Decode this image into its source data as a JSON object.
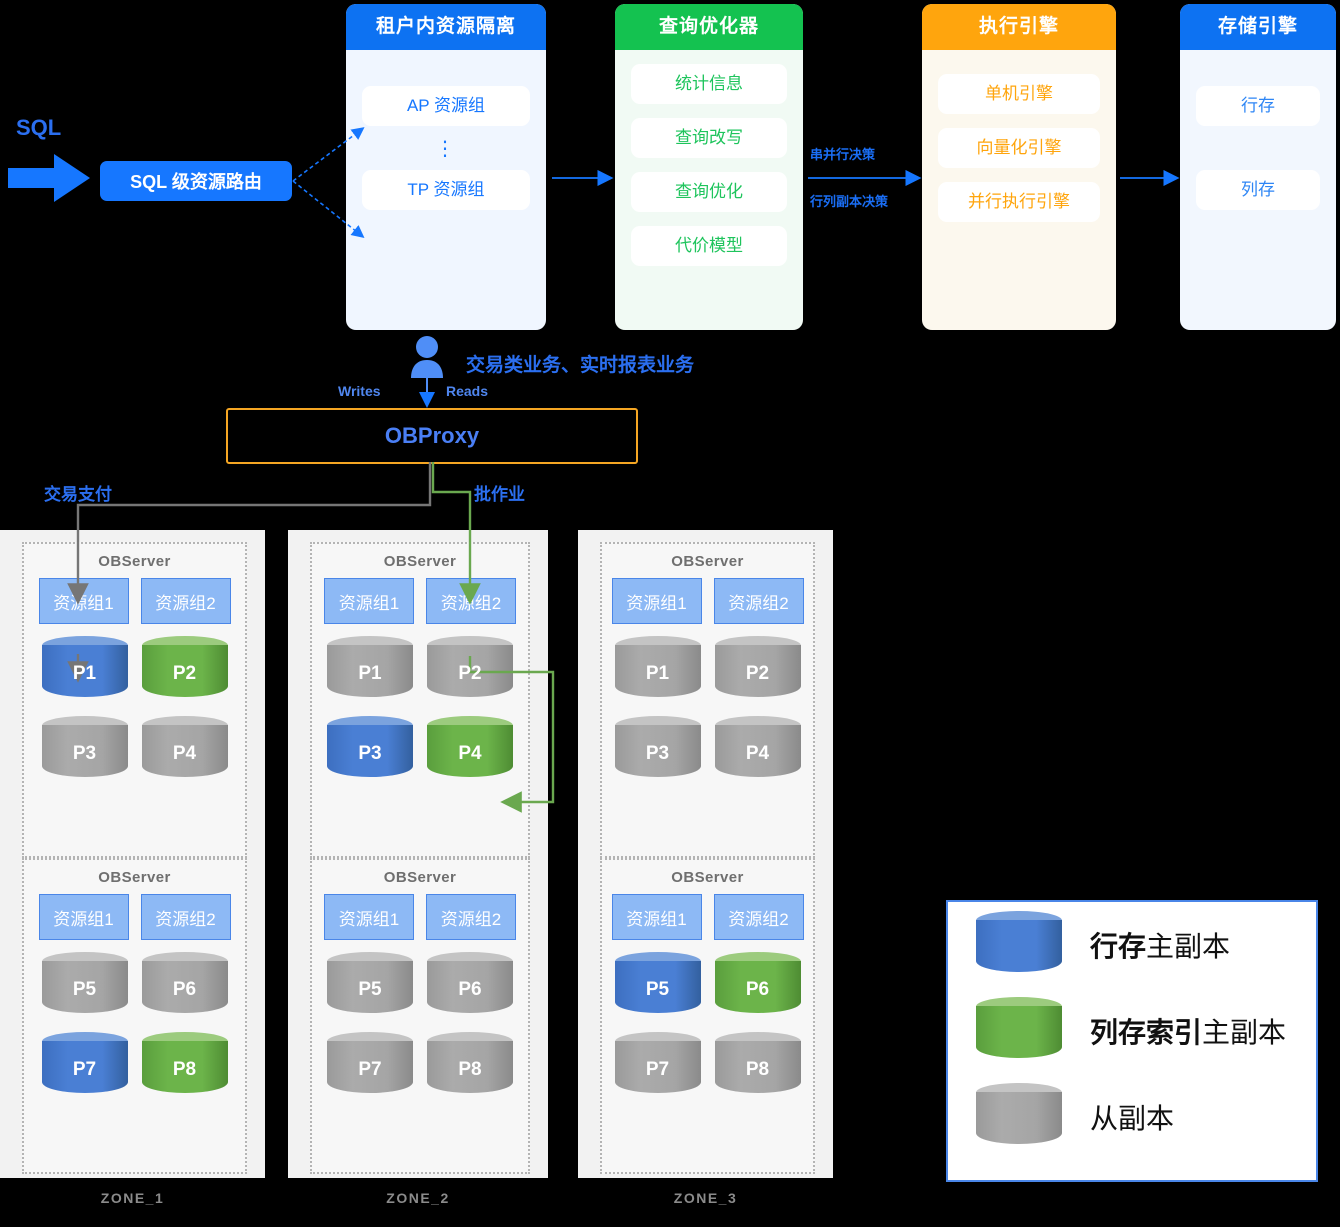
{
  "entry": {
    "sql_label": "SQL",
    "router_label": "SQL 级资源路由"
  },
  "pipeline": [
    {
      "id": "tenant",
      "title": "租户内资源隔离",
      "items": [
        "AP 资源组",
        "TP 资源组"
      ],
      "ellipsis": "⋮",
      "header_color": "#0d72f2",
      "body_color": "#f0f6ff"
    },
    {
      "id": "optimizer",
      "title": "查询优化器",
      "items": [
        "统计信息",
        "查询改写",
        "查询优化",
        "代价模型"
      ],
      "header_color": "#14c250",
      "body_color": "#f1faf4"
    },
    {
      "id": "executor",
      "title": "执行引擎",
      "items": [
        "单机引擎",
        "向量化引擎",
        "并行执行引擎"
      ],
      "header_color": "#ffa50d",
      "body_color": "#fcf8ee"
    },
    {
      "id": "storage",
      "title": "存储引擎",
      "items": [
        "行存",
        "列存"
      ],
      "header_color": "#0d72f2",
      "body_color": "#f2f7fe"
    }
  ],
  "flow_labels": {
    "serial_parallel": "串并行决策",
    "row_col_replica": "行列副本决策",
    "business": "交易类业务、实时报表业务",
    "writes": "Writes",
    "reads": "Reads",
    "trade_pay": "交易支付",
    "batch_job": "批作业"
  },
  "obproxy": {
    "label": "OBProxy"
  },
  "zones": [
    {
      "name": "ZONE_1",
      "servers": [
        {
          "title": "OBServer",
          "resource_groups": [
            "资源组1",
            "资源组2"
          ],
          "partitions": [
            {
              "label": "P1",
              "color": "blue"
            },
            {
              "label": "P2",
              "color": "green"
            },
            {
              "label": "P3",
              "color": "grey"
            },
            {
              "label": "P4",
              "color": "grey"
            }
          ]
        },
        {
          "title": "OBServer",
          "resource_groups": [
            "资源组1",
            "资源组2"
          ],
          "partitions": [
            {
              "label": "P5",
              "color": "grey"
            },
            {
              "label": "P6",
              "color": "grey"
            },
            {
              "label": "P7",
              "color": "blue"
            },
            {
              "label": "P8",
              "color": "green"
            }
          ]
        }
      ]
    },
    {
      "name": "ZONE_2",
      "servers": [
        {
          "title": "OBServer",
          "resource_groups": [
            "资源组1",
            "资源组2"
          ],
          "partitions": [
            {
              "label": "P1",
              "color": "grey"
            },
            {
              "label": "P2",
              "color": "grey"
            },
            {
              "label": "P3",
              "color": "blue"
            },
            {
              "label": "P4",
              "color": "green"
            }
          ]
        },
        {
          "title": "OBServer",
          "resource_groups": [
            "资源组1",
            "资源组2"
          ],
          "partitions": [
            {
              "label": "P5",
              "color": "grey"
            },
            {
              "label": "P6",
              "color": "grey"
            },
            {
              "label": "P7",
              "color": "grey"
            },
            {
              "label": "P8",
              "color": "grey"
            }
          ]
        }
      ]
    },
    {
      "name": "ZONE_3",
      "servers": [
        {
          "title": "OBServer",
          "resource_groups": [
            "资源组1",
            "资源组2"
          ],
          "partitions": [
            {
              "label": "P1",
              "color": "grey"
            },
            {
              "label": "P2",
              "color": "grey"
            },
            {
              "label": "P3",
              "color": "grey"
            },
            {
              "label": "P4",
              "color": "grey"
            }
          ]
        },
        {
          "title": "OBServer",
          "resource_groups": [
            "资源组1",
            "资源组2"
          ],
          "partitions": [
            {
              "label": "P5",
              "color": "blue"
            },
            {
              "label": "P6",
              "color": "green"
            },
            {
              "label": "P7",
              "color": "grey"
            },
            {
              "label": "P8",
              "color": "grey"
            }
          ]
        }
      ]
    }
  ],
  "legend": [
    {
      "color": "blue",
      "bold": "行存",
      "rest": "主副本"
    },
    {
      "color": "green",
      "bold": "列存索引",
      "rest": "主副本"
    },
    {
      "color": "grey",
      "bold": "",
      "rest": "从副本"
    }
  ],
  "colors": {
    "blue": "#1677ff",
    "green": "#14c250",
    "orange": "#ffa50d",
    "grey_line": "#767676",
    "green_line": "#6aa84f",
    "proxy_border": "#f5a623"
  }
}
